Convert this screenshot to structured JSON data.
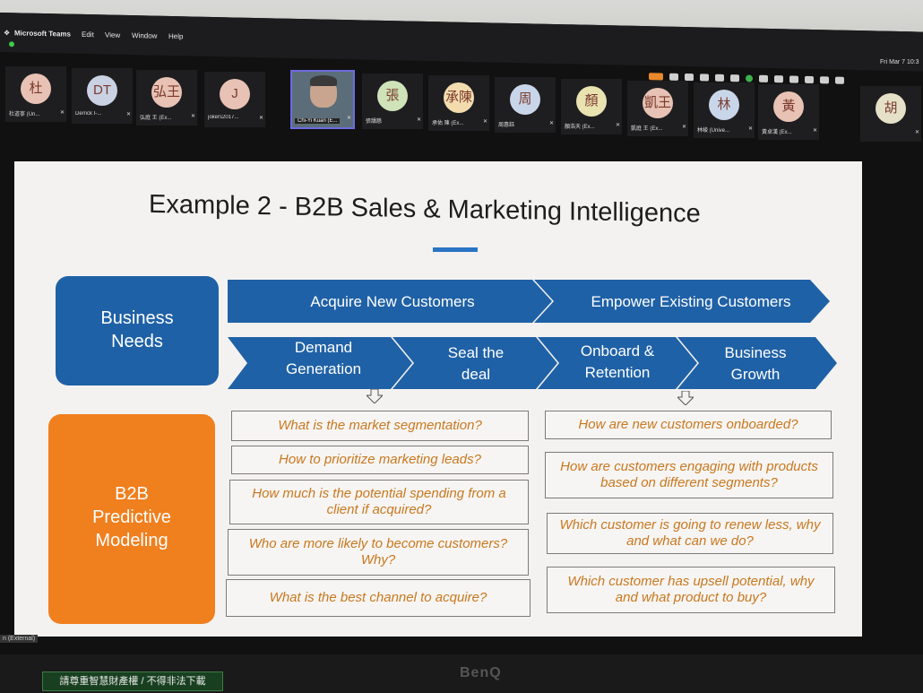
{
  "menubar": {
    "app_name": "Microsoft Teams",
    "items": [
      "Edit",
      "View",
      "Window",
      "Help"
    ],
    "clock": "Fri Mar 7  10:3"
  },
  "participants": [
    {
      "initials": "杜",
      "name": "杜道寧 (Un...",
      "color": "#e8c2b4"
    },
    {
      "initials": "DT",
      "name": "Derrick I-...",
      "color": "#c9d1e3"
    },
    {
      "initials": "弘王",
      "name": "弘庭 王 (Ex...",
      "color": "#e8c2b4"
    },
    {
      "initials": "J",
      "name": "jokers2017...",
      "color": "#e8c2b4"
    },
    {
      "initials": "",
      "name": "Chi-Yi Kuan (E...",
      "video": true
    },
    {
      "initials": "張",
      "name": "張韻慈",
      "color": "#cfe3b8"
    },
    {
      "initials": "承陳",
      "name": "承佑 陳 (Ex...",
      "color": "#f2dcae"
    },
    {
      "initials": "周",
      "name": "周惠鈺",
      "color": "#c9d6ea"
    },
    {
      "initials": "顏",
      "name": "顏浩天 (Ex...",
      "color": "#e9e2b1"
    },
    {
      "initials": "凱王",
      "name": "凱庭 王 (Ex...",
      "color": "#e8c2b4"
    },
    {
      "initials": "林",
      "name": "林峻 (Unive...",
      "color": "#c9d6ea"
    },
    {
      "initials": "黃",
      "name": "黃卓漢 (Ex...",
      "color": "#e8c2b4"
    },
    {
      "initials": "胡",
      "name": "",
      "color": "#e5e0c8"
    }
  ],
  "slide": {
    "title": "Example 2 - B2B Sales & Marketing Intelligence",
    "business_needs": [
      "Business",
      "Needs"
    ],
    "predictive_modeling": [
      "B2B",
      "Predictive",
      "Modeling"
    ],
    "top_chevrons": [
      "Acquire New Customers",
      "Empower Existing Customers"
    ],
    "bottom_chevrons": [
      [
        "Demand",
        "Generation"
      ],
      [
        "Seal the",
        "deal"
      ],
      [
        "Onboard &",
        "Retention"
      ],
      [
        "Business",
        "Growth"
      ]
    ],
    "left_questions": [
      "What is the market segmentation?",
      "How to prioritize marketing leads?",
      "How much is the potential spending from a client if acquired?",
      "Who are more likely to become customers? Why?",
      "What is the best channel to acquire?"
    ],
    "right_questions": [
      "How are new customers onboarded?",
      "How are customers engaging with products based on different segments?",
      "Which customer is going to renew less, why and what can we do?",
      "Which customer has upsell potential, why and what product to buy?"
    ],
    "colors": {
      "blue": "#1f61a6",
      "orange": "#f07f1e",
      "question_text": "#c8781f"
    }
  },
  "status_label": "n (External)",
  "monitor_brand": "BenQ",
  "banner": "請尊重智慧財產權 / 不得非法下載"
}
